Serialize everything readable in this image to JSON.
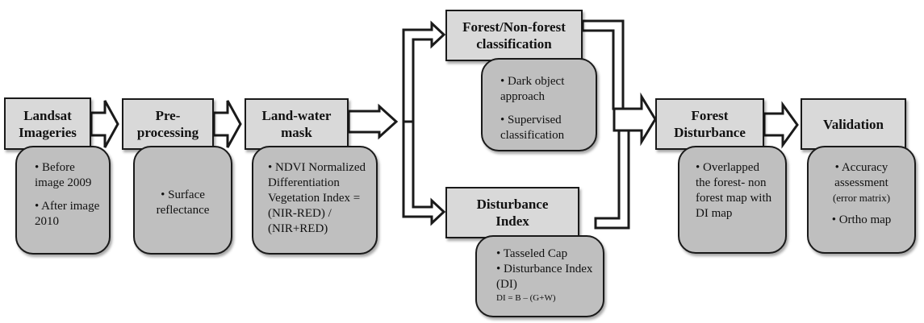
{
  "diagram": {
    "type": "flowchart",
    "colors": {
      "title_box_fill": "#d9d9d9",
      "detail_box_fill": "#bfbfbf",
      "stroke": "#1a1a1a",
      "arrow_fill": "#ffffff"
    },
    "steps": [
      {
        "id": "landsat",
        "title_line1": "Landsat",
        "title_line2": "Imageries",
        "details": [
          "• Before image 2009",
          "• After image 2010"
        ]
      },
      {
        "id": "preprocessing",
        "title_line1": "Pre-",
        "title_line2": "processing",
        "details": [
          "• Surface reflectance"
        ]
      },
      {
        "id": "landwater",
        "title_line1": "Land-water",
        "title_line2": "mask",
        "details": [
          "• NDVI Normalized Differentiation Vegetation Index = (NIR-RED) / (NIR+RED)"
        ]
      },
      {
        "id": "forest_classification",
        "title_line1": "Forest/Non-forest",
        "title_line2": "classification",
        "details": [
          "• Dark object approach",
          "• Supervised classification"
        ]
      },
      {
        "id": "disturbance_index",
        "title_line1": "Disturbance",
        "title_line2": "Index",
        "details": [
          "• Tasseled Cap",
          "• Disturbance Index (DI)"
        ],
        "formula": "DI = B – (G+W)"
      },
      {
        "id": "forest_disturbance",
        "title_line1": "Forest",
        "title_line2": "Disturbance",
        "details": [
          "• Overlapped the forest- non forest map with DI map"
        ]
      },
      {
        "id": "validation",
        "title_line1": "Validation",
        "title_line2": "",
        "details": [
          "• Accuracy assessment",
          "(error matrix)",
          "• Ortho map"
        ]
      }
    ],
    "connections": [
      [
        "landsat",
        "preprocessing"
      ],
      [
        "preprocessing",
        "landwater"
      ],
      [
        "landwater",
        "forest_classification"
      ],
      [
        "landwater",
        "disturbance_index"
      ],
      [
        "forest_classification",
        "forest_disturbance"
      ],
      [
        "disturbance_index",
        "forest_disturbance"
      ],
      [
        "forest_disturbance",
        "validation"
      ]
    ]
  }
}
